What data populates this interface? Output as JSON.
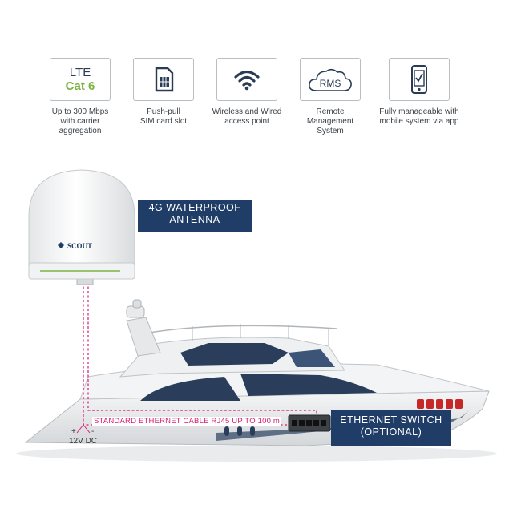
{
  "features": [
    {
      "id": "lte",
      "line1": "LTE",
      "line2": "Cat 6",
      "caption": [
        "Up to 300 Mbps",
        "with carrier",
        "aggregation"
      ]
    },
    {
      "id": "sim",
      "icon": "sim-card-icon",
      "caption": [
        "Push-pull",
        "SIM card slot"
      ]
    },
    {
      "id": "wifi",
      "icon": "wifi-icon",
      "caption": [
        "Wireless and Wired",
        "access point"
      ]
    },
    {
      "id": "rms",
      "icon": "cloud-icon",
      "icon_text": "RMS",
      "caption": [
        "Remote",
        "Management",
        "System"
      ]
    },
    {
      "id": "app",
      "icon": "phone-check-icon",
      "caption": [
        "Fully manageable with",
        "mobile system via app"
      ]
    }
  ],
  "antenna_label": [
    "4G WATERPROOF",
    "ANTENNA"
  ],
  "antenna_brand": "SCOUT",
  "switch_label": [
    "ETHERNET SWITCH",
    "(OPTIONAL)"
  ],
  "cable_label": "STANDARD ETHERNET CABLE RJ45 UP TO 100 m",
  "power": {
    "plus": "+",
    "minus": "-",
    "label": "12V DC"
  },
  "colors": {
    "navy": "#1f3d66",
    "green": "#7cb342",
    "cable": "#d81b73",
    "hull_dark": "#2a3e5c"
  }
}
